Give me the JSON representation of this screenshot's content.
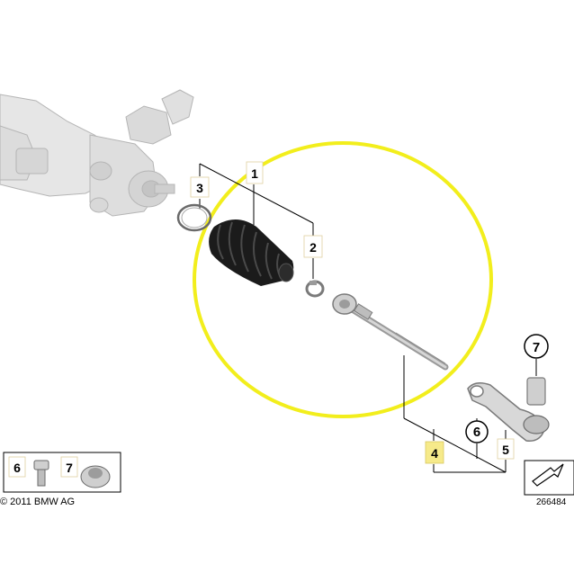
{
  "callouts": {
    "p1": "1",
    "p2": "2",
    "p3": "3",
    "p4": "4",
    "p5": "5",
    "p6": "6",
    "p7": "7",
    "legend6": "6",
    "legend7": "7"
  },
  "footer": {
    "copyright": "© 2011 BMW AG",
    "diagram_id": "266484"
  },
  "colors": {
    "highlight_ring": "#f2ee1c",
    "highlight_label": "#f6ea8a",
    "parts_gray": "#c8c8c8",
    "boot_black": "#1b1b1b"
  }
}
